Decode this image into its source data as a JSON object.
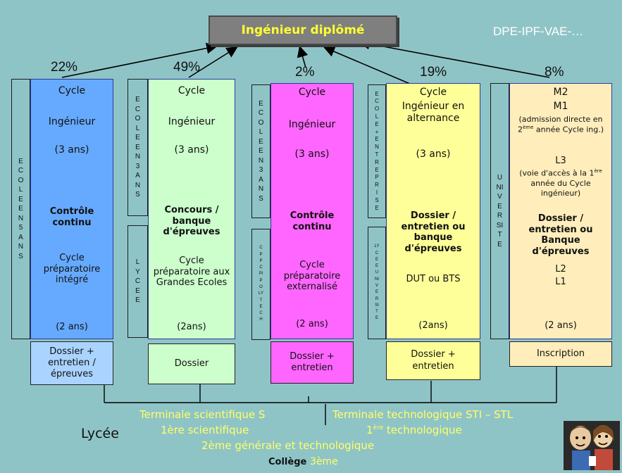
{
  "header": {
    "title": "Ingénieur diplômé",
    "doc_ref": "DPE-IPF-VAE-…"
  },
  "columns": [
    {
      "percent": "22%",
      "side_label": "ECOLE EN 5 ANS",
      "cycle": "Cycle",
      "cycle_name": "Ingénieur",
      "duration": "(3 ans)",
      "selection": "Contrôle continu",
      "prep": "Cycle préparatoire intégré",
      "prep_duration": "(2 ans)",
      "admission": "Dossier + entretien / épreuves",
      "color": "#66aaff"
    },
    {
      "percent": "49%",
      "side_label_top": "ECOLE EN 3 ANS",
      "side_label_bottom": "LYCEE",
      "cycle": "Cycle",
      "cycle_name": "Ingénieur",
      "duration": "(3 ans)",
      "selection": "Concours / banque d'épreuves",
      "prep": "Cycle préparatoire aux Grandes Ecoles",
      "prep_duration": "(2ans)",
      "admission": "Dossier",
      "color": "#ccffcc"
    },
    {
      "percent": "2%",
      "side_label_top": "ECOLE EN 3 ANS",
      "side_label_bottom": "CPP CPI POLYTECH",
      "cycle": "Cycle",
      "cycle_name": "Ingénieur",
      "duration": "(3 ans)",
      "selection": "Contrôle continu",
      "prep": "Cycle préparatoire externalisé",
      "prep_duration": "(2 ans)",
      "admission": "Dossier + entretien",
      "color": "#ff66ff"
    },
    {
      "percent": "19%",
      "side_label_top": "ECOLE + ENTREPRISE",
      "side_label_bottom": "LYCEE UNIVERSITE",
      "cycle": "Cycle",
      "cycle_name": "Ingénieur en alternance",
      "duration": "(3 ans)",
      "selection": "Dossier / entretien ou banque d'épreuves",
      "prep": "DUT ou BTS",
      "prep_duration": "(2ans)",
      "admission": "Dossier + entretien",
      "color": "#ffff99"
    },
    {
      "percent": "8%",
      "side_label": "UNIVERSITE",
      "m2": "M2",
      "m1": "M1",
      "m1_note_1": "(admission directe en",
      "m1_note_sup": "ème",
      "m1_note_2": "année Cycle ing.)",
      "m1_note_num": "2",
      "l3": "L3",
      "l3_note_1": "(voie d'accès à la 1",
      "l3_note_sup": "ère",
      "l3_note_2": "année du Cycle ingénieur)",
      "selection": "Dossier / entretien ou Banque d'épreuves",
      "l2": "L2",
      "l1": "L1",
      "prep_duration": "(2 ans)",
      "admission": "Inscription",
      "color": "#ffeebb"
    }
  ],
  "schooling": {
    "terminale_s": "Terminale scientifique  S",
    "terminale_tech": "Terminale technologique  STI – STL",
    "premiere_s": "1ère scientifique",
    "premiere_tech_num": "1",
    "premiere_tech_sup": "ère",
    "premiere_tech_rest": "technologique",
    "seconde": "2ème générale et technologique",
    "lycee": "Lycée",
    "college": "Collège",
    "troisieme": "3ème"
  }
}
